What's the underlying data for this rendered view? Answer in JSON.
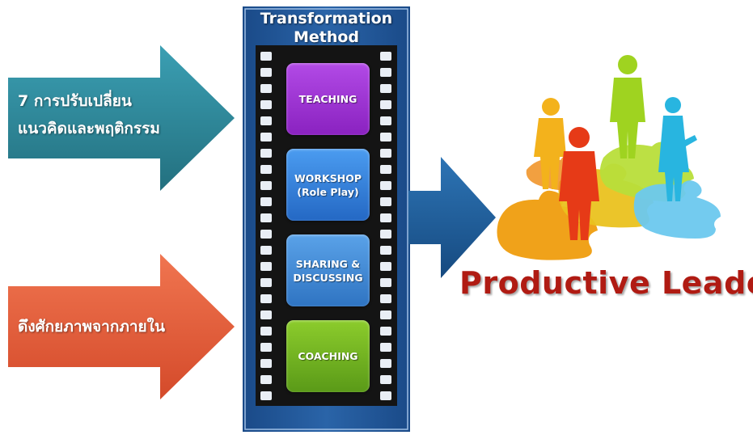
{
  "input_top": {
    "lines": [
      "7 การปรับเปลี่ยน",
      "แนวคิดและพฤติกรรม"
    ]
  },
  "input_bottom": {
    "label": "ดึงศักยภาพจากภายใน"
  },
  "method": {
    "title_lines": [
      "Transformation",
      "Method"
    ],
    "stages": [
      {
        "lines": [
          "TEACHING"
        ],
        "color": "#9b2fd0"
      },
      {
        "lines": [
          "WORKSHOP",
          "(Role Play)"
        ],
        "color": "#2f7fd8"
      },
      {
        "lines": [
          "SHARING &",
          "DISCUSSING"
        ],
        "color": "#3d8ad4"
      },
      {
        "lines": [
          "COACHING"
        ],
        "color": "#6cae1e"
      }
    ]
  },
  "result": {
    "title": "Productive Leader",
    "icon": "people-on-puzzle-icon"
  },
  "colors": {
    "top_arrow": "#2f8a9e",
    "bottom_arrow": "#e25d3c",
    "middle_arrow": "#1f5c99",
    "film_frame": "#1d4f8f",
    "result_title": "#b01b13"
  }
}
